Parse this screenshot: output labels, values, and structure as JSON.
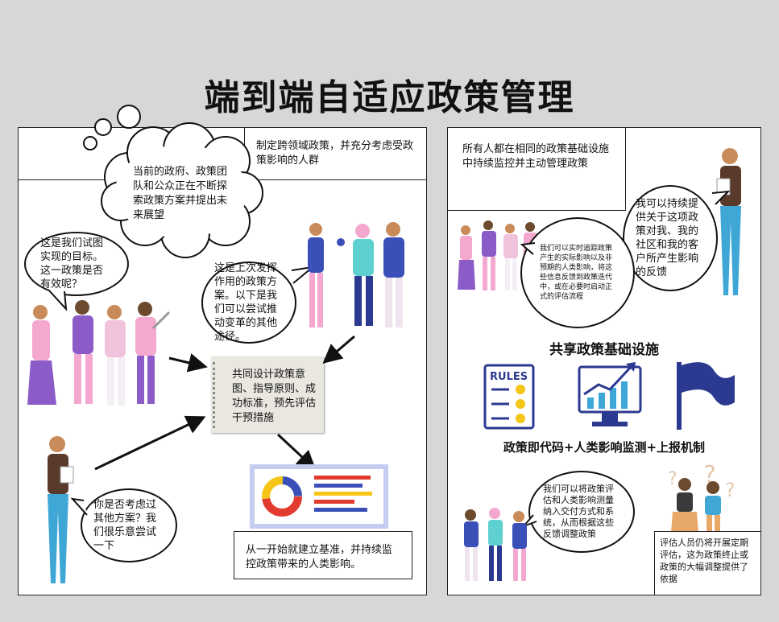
{
  "title": "端到端自适应政策管理",
  "left": {
    "cloud": "当前的政府、政策团队和公众正在不断探索政策方案并提出未来展望",
    "top_box": "制定跨领域政策，并充分考虑受政策影响的人群",
    "bubble_goal": "这是我们试图实现的目标。这一政策是否有效呢？",
    "bubble_last": "这是上次发挥作用的政策方案。以下是我们可以尝试推动变革的其他途径。",
    "note": "共同设计政策意图、指导原则、成功标准，预先评估干预措施",
    "bubble_alt": "你是否考虑过其他方案？我们很乐意尝试一下",
    "bottom_box": "从一开始就建立基准，并持续监控政策带来的人类影响。"
  },
  "right": {
    "top_box": "所有人都在相同的政策基础设施中持续监控并主动管理政策",
    "bubble_feedback": "我可以持续提供关于这项政策对我、我的社区和我的客户所产生影响的反馈",
    "bubble_realtime": "我们可以实时追踪政策产生的实际影响以及非预期的人类影响，将这些信息反馈到政策迭代中，或在必要时启动正式的评估流程",
    "heading_infra": "共享政策基础设施",
    "rules_label": "RULES",
    "heading_code": "政策即代码+人类影响监测+上报机制",
    "bubble_eval": "我们可以将政策评估和人类影响测量纳入交付方式和系统，从而根据这些反馈调整政策",
    "bottom_box": "评估人员仍将开展定期评估，这为政策终止或政策的大幅调整提供了依据"
  },
  "colors": {
    "purple": "#8b5cc8",
    "pink": "#f4a8cf",
    "blue": "#3a4fb8",
    "skin": "#c98b5a",
    "navy": "#2b3990",
    "yellow": "#f5c518",
    "red": "#e03b2e"
  }
}
